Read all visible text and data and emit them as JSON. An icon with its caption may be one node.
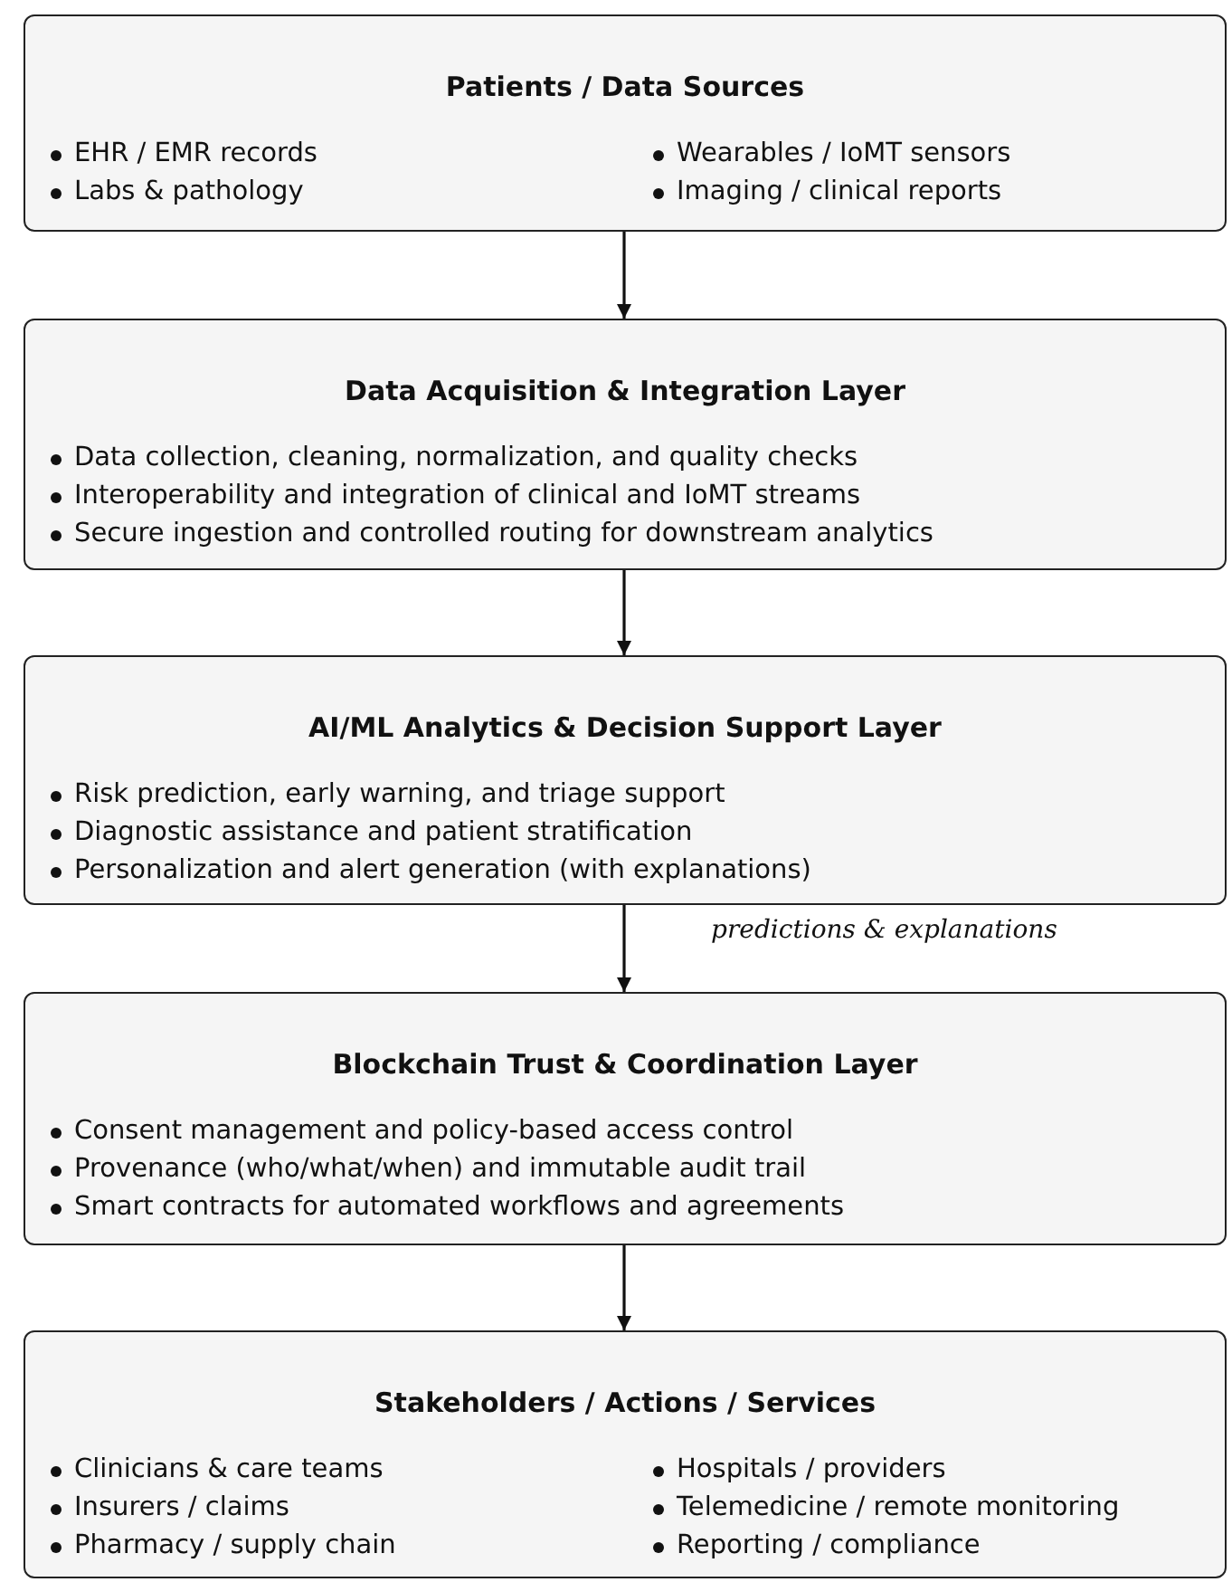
{
  "diagram": {
    "nodes": [
      {
        "text": [
          "Patients / Data Sources",
          "EHR / EMR records",
          "Labs & pathology",
          "Wearables / IoMT sensors",
          "Imaging / clinical reports"
        ]
      },
      {
        "text": [
          "Data Acquisition & Integration Layer",
          "Data collection, cleaning, normalization, and quality checks",
          "Interoperability and integration of clinical and IoMT streams",
          "Secure ingestion and controlled routing for downstream analytics"
        ]
      },
      {
        "text": [
          "AI/ML Analytics & Decision Support Layer",
          "Risk prediction, early warning, and triage support",
          "Diagnostic assistance and patient stratification",
          "Personalization and alert generation (with explanations)"
        ]
      },
      {
        "text": [
          "Blockchain Trust & Coordination Layer",
          "Consent management and policy-based access control",
          "Provenance (who/what/when) and immutable audit trail",
          "Smart contracts for automated workflows and agreements"
        ]
      },
      {
        "text": [
          "Stakeholders / Actions / Services",
          "Clinicians & care teams",
          "Insurers / claims",
          "Pharmacy / supply chain",
          "Hospitals / providers",
          "Telemedicine / remote monitoring",
          "Reporting / compliance"
        ]
      }
    ],
    "edges": [
      {
        "from": 0,
        "to": 1,
        "arrow": "to"
      },
      {
        "from": 1,
        "to": 2,
        "arrow": "to"
      },
      {
        "from": 2,
        "to": 3,
        "arrow": "to",
        "label": "predictions & explanations"
      },
      {
        "from": 3,
        "to": 4,
        "arrow": "to"
      }
    ]
  }
}
